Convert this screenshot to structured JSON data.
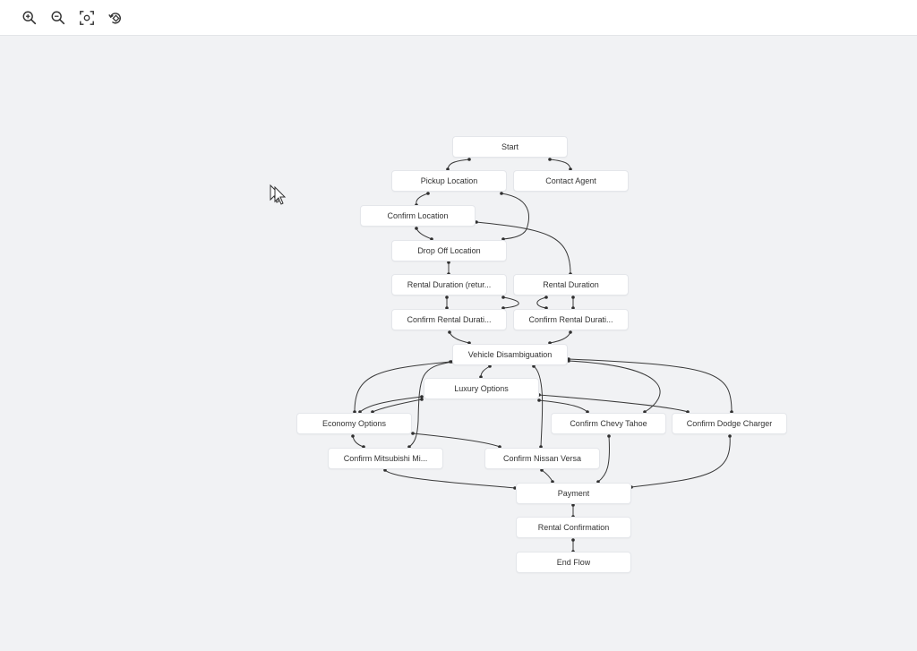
{
  "toolbar": {
    "buttons": [
      {
        "icon": "zoom-in-icon"
      },
      {
        "icon": "zoom-out-icon"
      },
      {
        "icon": "fit-view-icon"
      },
      {
        "icon": "reset-layout-icon"
      }
    ]
  },
  "flow": {
    "nodes": {
      "start": "Start",
      "pickup_location": "Pickup Location",
      "contact_agent": "Contact Agent",
      "confirm_location": "Confirm Location",
      "drop_off_location": "Drop Off Location",
      "rental_duration_return": "Rental Duration (retur...",
      "rental_duration": "Rental Duration",
      "confirm_rental_duration_1": "Confirm Rental Durati...",
      "confirm_rental_duration_2": "Confirm Rental Durati...",
      "vehicle_disambiguation": "Vehicle Disambiguation",
      "luxury_options": "Luxury Options",
      "economy_options": "Economy Options",
      "confirm_chevy_tahoe": "Confirm Chevy Tahoe",
      "confirm_dodge_charger": "Confirm Dodge Charger",
      "confirm_mitsubishi": "Confirm Mitsubishi Mi...",
      "confirm_nissan_versa": "Confirm Nissan Versa",
      "payment": "Payment",
      "rental_confirmation": "Rental Confirmation",
      "end_flow": "End Flow"
    }
  },
  "colors": {
    "canvas": "#f1f2f4",
    "edge": "#3a3a3a",
    "node_border": "#e4e6ea"
  }
}
